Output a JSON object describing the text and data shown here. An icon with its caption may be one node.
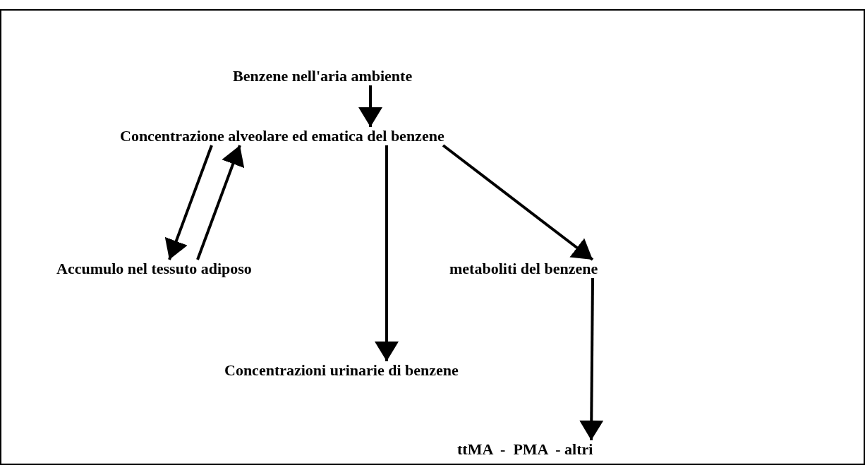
{
  "diagram": {
    "nodes": [
      {
        "text": [
          "Benzene nell'aria ambiente"
        ]
      },
      {
        "text": [
          "Concentrazione alveolare ed ematica del benzene"
        ]
      },
      {
        "text": [
          "Accumulo nel tessuto adiposo"
        ]
      },
      {
        "text": [
          "metaboliti del benzene"
        ]
      },
      {
        "text": [
          "Concentrazioni urinarie di benzene"
        ]
      },
      {
        "text": [
          "ttMA  -  PMA  - altri"
        ]
      }
    ],
    "edges": [
      {
        "from": 0,
        "to": 1,
        "arrow": "to"
      },
      {
        "from": 1,
        "to": 2,
        "arrow": "to"
      },
      {
        "from": 2,
        "to": 1,
        "arrow": "to"
      },
      {
        "from": 1,
        "to": 4,
        "arrow": "to"
      },
      {
        "from": 1,
        "to": 3,
        "arrow": "to"
      },
      {
        "from": 3,
        "to": 5,
        "arrow": "to"
      }
    ]
  }
}
